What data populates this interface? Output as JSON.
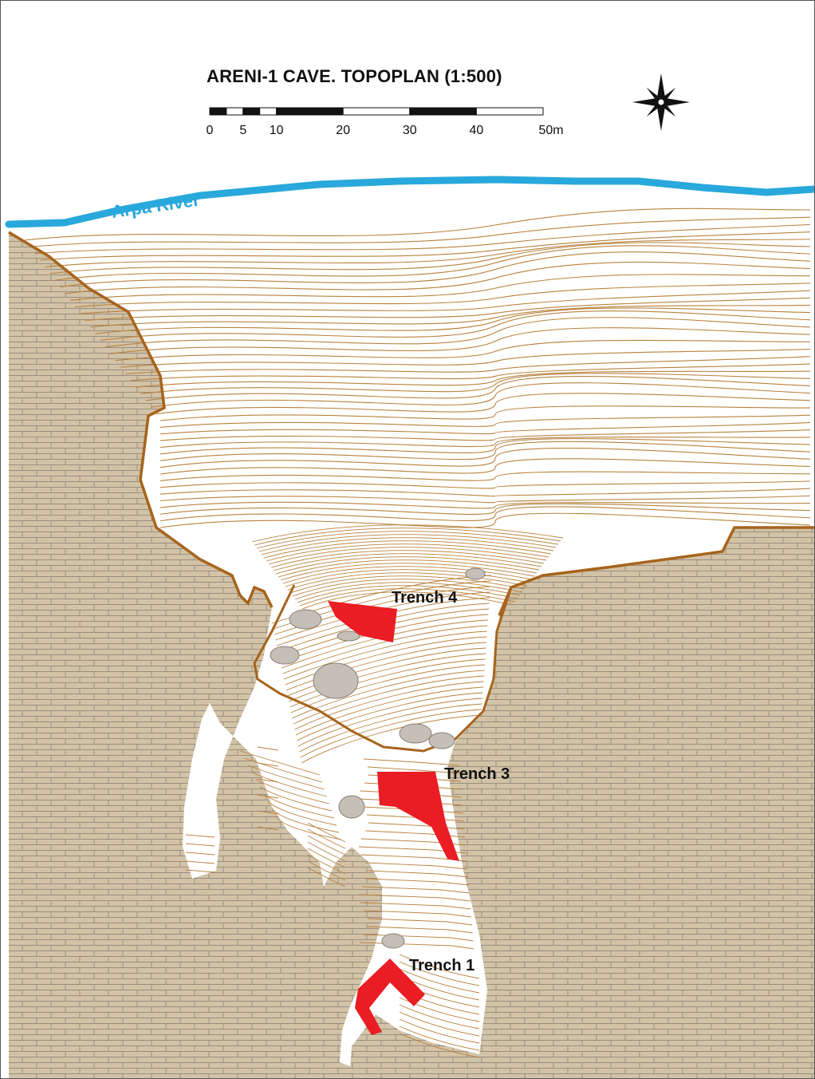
{
  "title": "ARENI-1 CAVE. TOPOPLAN (1:500)",
  "scale_bar": {
    "ticks": [
      "0",
      "5",
      "10",
      "20",
      "30",
      "40",
      "50m"
    ]
  },
  "river": {
    "label": "Arpa River"
  },
  "trenches": [
    {
      "id": "trench4",
      "label": "Trench 4"
    },
    {
      "id": "trench3",
      "label": "Trench 3"
    },
    {
      "id": "trench1",
      "label": "Trench 1"
    }
  ],
  "compass": {
    "icon": "compass-rose-icon"
  },
  "colors": {
    "river": "#29a8dc",
    "rock": "#d2c3a7",
    "brick_line": "#9a8e80",
    "contour": "#b8823e",
    "cave_outline": "#a7641c",
    "trench": "#ea1c24",
    "boulder": "#c4c0b8"
  }
}
